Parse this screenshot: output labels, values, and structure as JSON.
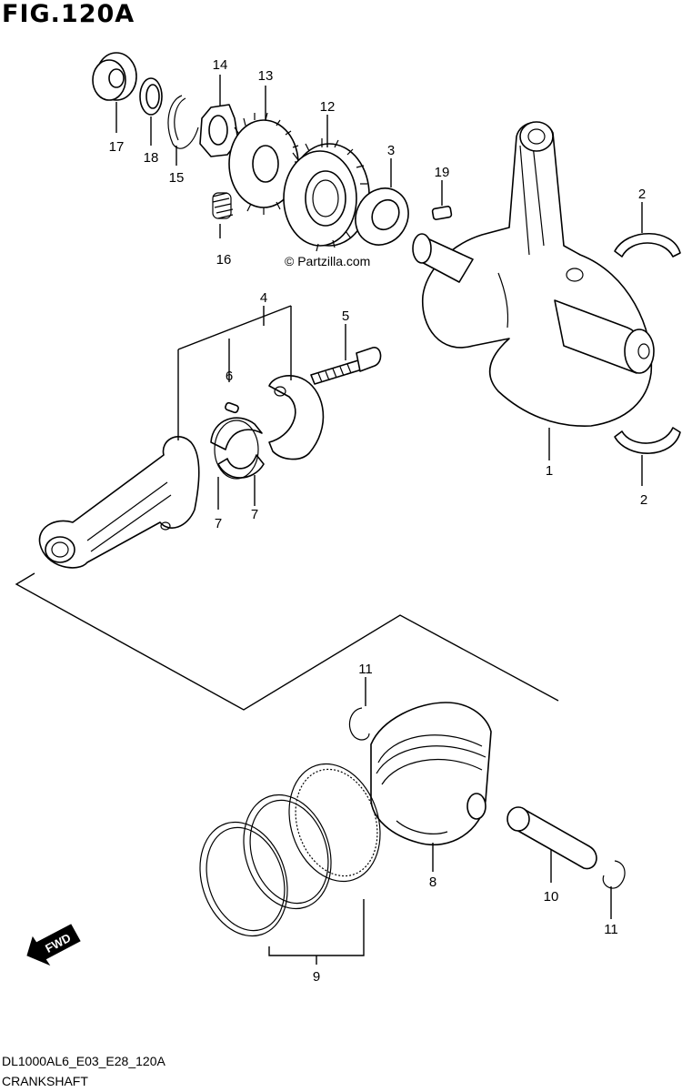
{
  "title": "FIG.120A",
  "watermark": "© Partzilla.com",
  "footer": {
    "code": "DL1000AL6_E03_E28_120A",
    "name": "CRANKSHAFT"
  },
  "fwd_label": "FWD",
  "callouts": {
    "c1": "1",
    "c2a": "2",
    "c2b": "2",
    "c3": "3",
    "c4": "4",
    "c5": "5",
    "c6": "6",
    "c7a": "7",
    "c7b": "7",
    "c8": "8",
    "c9": "9",
    "c10": "10",
    "c11a": "11",
    "c11b": "11",
    "c12": "12",
    "c13": "13",
    "c14": "14",
    "c15": "15",
    "c16": "16",
    "c17": "17",
    "c18": "18",
    "c19": "19"
  }
}
